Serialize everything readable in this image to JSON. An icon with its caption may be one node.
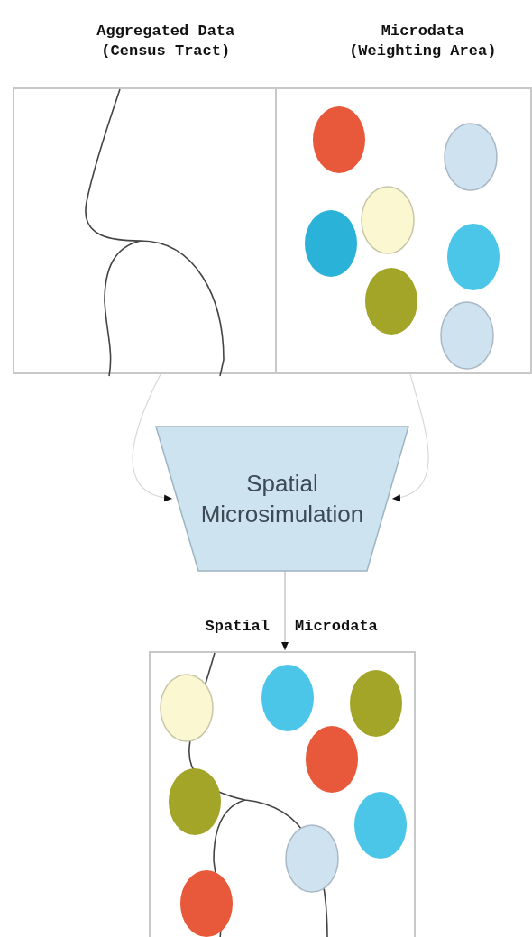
{
  "diagram": {
    "nodes": [
      {
        "text": [
          "Aggregated Data (Census Tract)"
        ]
      },
      {
        "text": [
          "Microdata (Weighting Area)"
        ]
      },
      {
        "text": [
          "Spatial Microsimulation"
        ]
      },
      {
        "text": [
          "Spatial",
          "Microdata"
        ]
      }
    ],
    "edges": [
      {
        "from": 0,
        "to": 2,
        "arrow": "to"
      },
      {
        "from": 1,
        "to": 2,
        "arrow": "to"
      },
      {
        "from": 2,
        "to": 3,
        "arrow": "to"
      }
    ]
  }
}
